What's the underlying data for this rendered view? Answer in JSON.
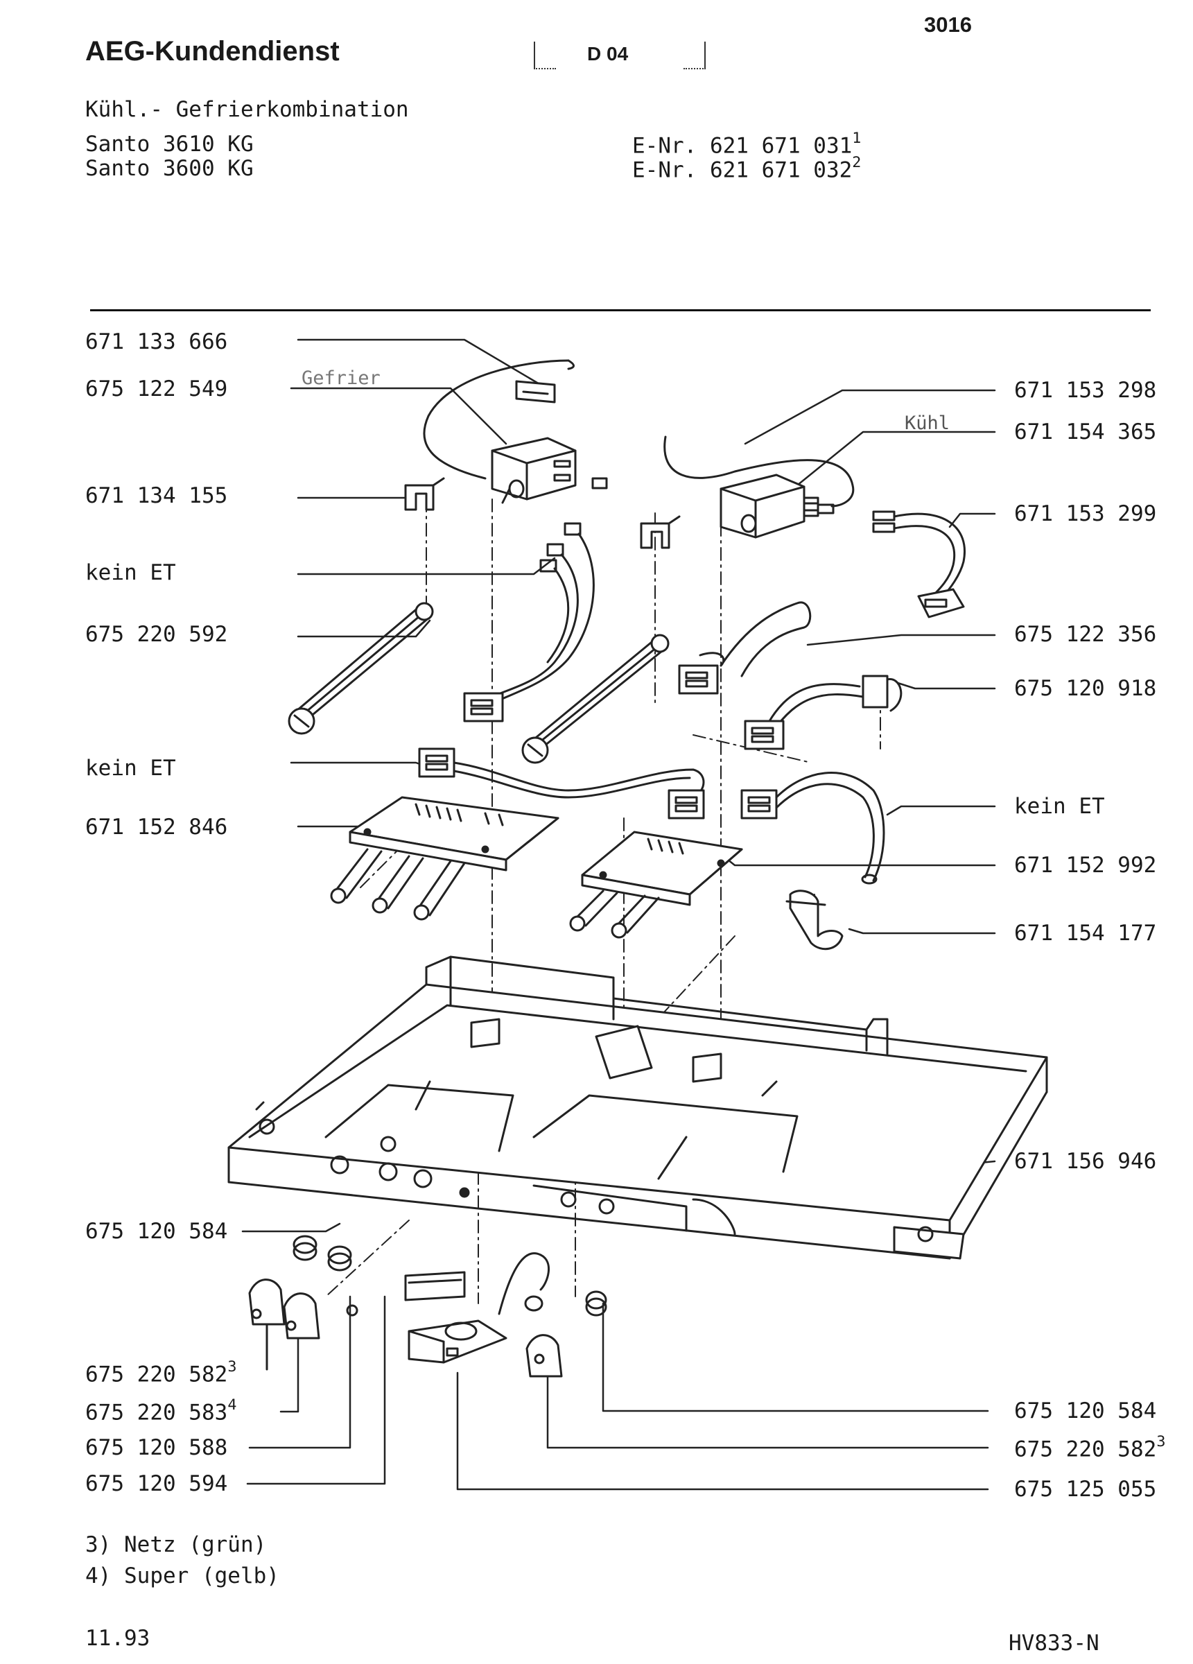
{
  "header": {
    "brand": "AEG-Kundendienst",
    "section_code": "D 04",
    "sheet_number": "3016",
    "subtitle": "Kühl.- Gefrierkombination",
    "models": [
      {
        "name": "Santo 3610 KG",
        "enr": "E-Nr. 621 671 031",
        "mark": "1"
      },
      {
        "name": "Santo 3600 KG",
        "enr": "E-Nr. 621 671 032",
        "mark": "2"
      }
    ]
  },
  "diagram": {
    "component_labels": {
      "gefrier": "Gefrier",
      "kuehl": "Kühl"
    },
    "left_parts": [
      {
        "num": "671 133 666",
        "sup": ""
      },
      {
        "num": "675 122 549",
        "sup": ""
      },
      {
        "num": "671 134 155",
        "sup": ""
      },
      {
        "num": "kein ET",
        "sup": ""
      },
      {
        "num": "675 220 592",
        "sup": ""
      },
      {
        "num": "kein ET",
        "sup": ""
      },
      {
        "num": "671 152 846",
        "sup": ""
      },
      {
        "num": "675 120 584",
        "sup": ""
      },
      {
        "num": "675 220 582",
        "sup": "3"
      },
      {
        "num": "675 220 583",
        "sup": "4"
      },
      {
        "num": "675 120 588",
        "sup": ""
      },
      {
        "num": "675 120 594",
        "sup": ""
      }
    ],
    "right_parts": [
      {
        "num": "671 153 298",
        "sup": ""
      },
      {
        "num": "671 154 365",
        "sup": ""
      },
      {
        "num": "671 153 299",
        "sup": ""
      },
      {
        "num": "675 122 356",
        "sup": ""
      },
      {
        "num": "675 120 918",
        "sup": ""
      },
      {
        "num": "kein ET",
        "sup": ""
      },
      {
        "num": "671 152 992",
        "sup": ""
      },
      {
        "num": "671 154 177",
        "sup": ""
      },
      {
        "num": "671 156 946",
        "sup": ""
      },
      {
        "num": "675 120 584",
        "sup": ""
      },
      {
        "num": "675 220 582",
        "sup": "3"
      },
      {
        "num": "675 125 055",
        "sup": ""
      }
    ]
  },
  "footnotes": [
    "3) Netz (grün)",
    "4) Super (gelb)"
  ],
  "footer": {
    "date": "11.93",
    "doc_code": "HV833-N"
  }
}
